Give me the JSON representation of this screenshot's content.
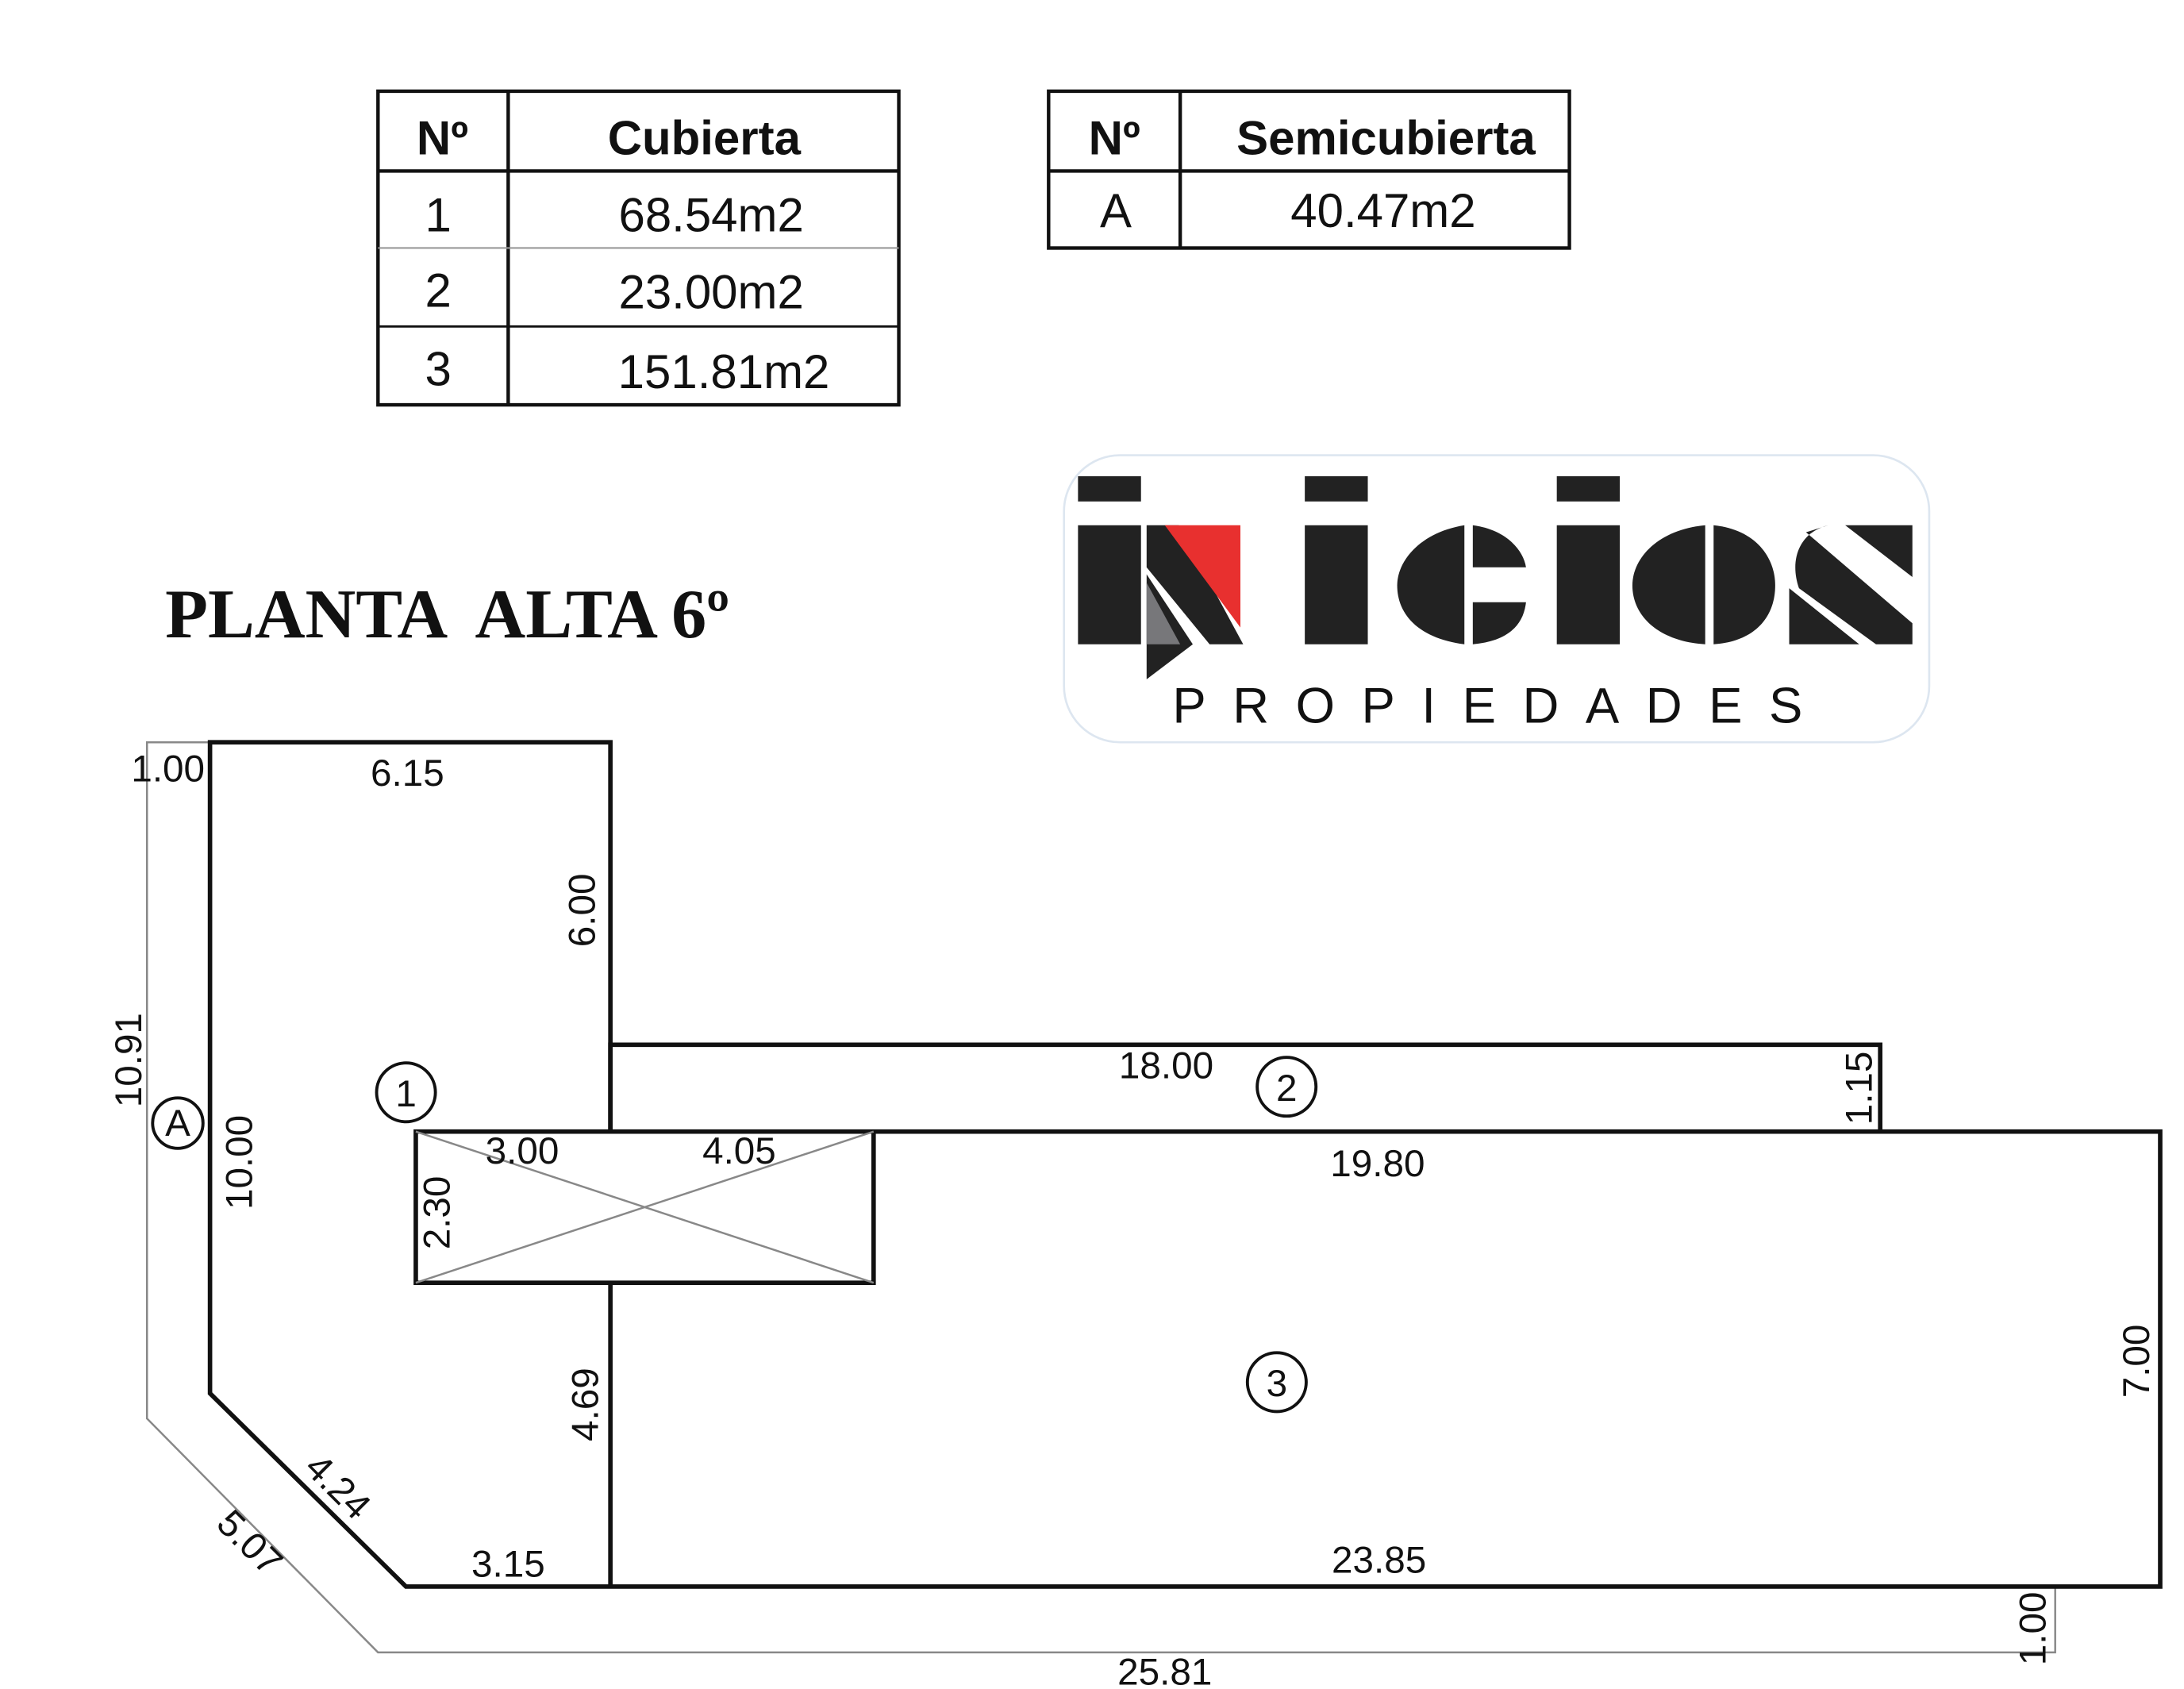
{
  "table_cubierta": {
    "headers": [
      "Nº",
      "Cubierta"
    ],
    "rows": [
      [
        "1",
        "68.54m2"
      ],
      [
        "2",
        "23.00m2"
      ],
      [
        "3",
        "151.81m2"
      ]
    ]
  },
  "table_semicubierta": {
    "headers": [
      "Nº",
      "Semicubierta"
    ],
    "rows": [
      [
        "A",
        "40.47m2"
      ]
    ]
  },
  "title": "PLANTA  ALTA 6º",
  "logo": {
    "name": "INICIOS",
    "subtitle": "PROPIEDADES",
    "accent": "#e8302f",
    "gray": "#77777a",
    "dark": "#222222"
  },
  "plan": {
    "rooms": [
      "1",
      "2",
      "3",
      "A"
    ],
    "dims": {
      "top_left_offset": "1.00",
      "room1_top": "6.15",
      "room1_right_upper": "6.00",
      "outer_left": "10.91",
      "room1_left": "10.00",
      "void_w1": "3.00",
      "void_w2": "4.05",
      "void_h": "2.30",
      "room2_top": "18.00",
      "room2_right": "1.15",
      "room3_top": "19.80",
      "room3_right": "7.00",
      "room1_right_lower": "4.69",
      "diag_inner": "4.24",
      "diag_outer": "5.07",
      "room1_bottom": "3.15",
      "room3_bottom": "23.85",
      "bottom_offset": "1.00",
      "outer_bottom": "25.81"
    }
  }
}
